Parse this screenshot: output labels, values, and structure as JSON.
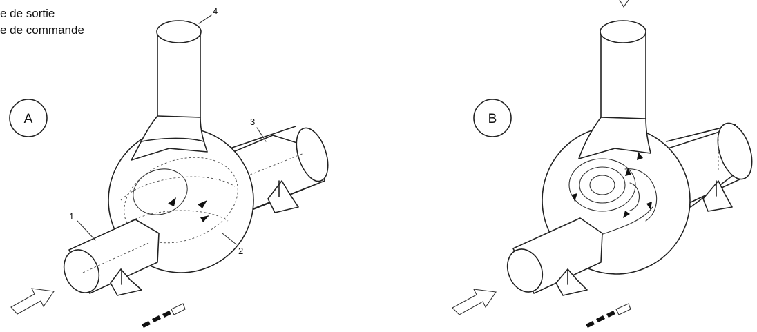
{
  "legend": {
    "line_sortie": "e de sortie",
    "line_commande": "e de commande"
  },
  "views": {
    "a": {
      "label": "A"
    },
    "b": {
      "label": "B"
    }
  },
  "callouts": {
    "c1": "1",
    "c2": "2",
    "c3": "3",
    "c4": "4"
  }
}
